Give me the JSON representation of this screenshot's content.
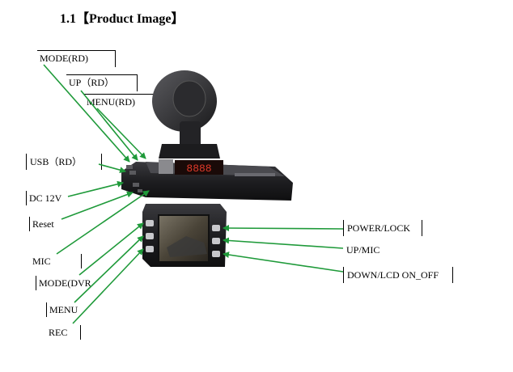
{
  "title": "1.1【Product Image】",
  "labels": {
    "mode_rd": "MODE(RD)",
    "up_rd": "UP（RD）",
    "menu_rd": "MENU(RD)",
    "usb_rd": "USB（RD）",
    "dc12v": "DC 12V",
    "reset": "Reset",
    "mic": "MIC",
    "mode_dvr": "MODE(DVR",
    "menu": "MENU",
    "rec": "REC",
    "power_lock": "POWER/LOCK",
    "up_mic": "UP/MIC",
    "down_lcd": "DOWN/LCD ON_OFF"
  },
  "device": {
    "display_digits": "8888"
  },
  "colors": {
    "arrow": "#1f9a3a",
    "body": "#1b1b1d",
    "display": "#e23a2a"
  }
}
